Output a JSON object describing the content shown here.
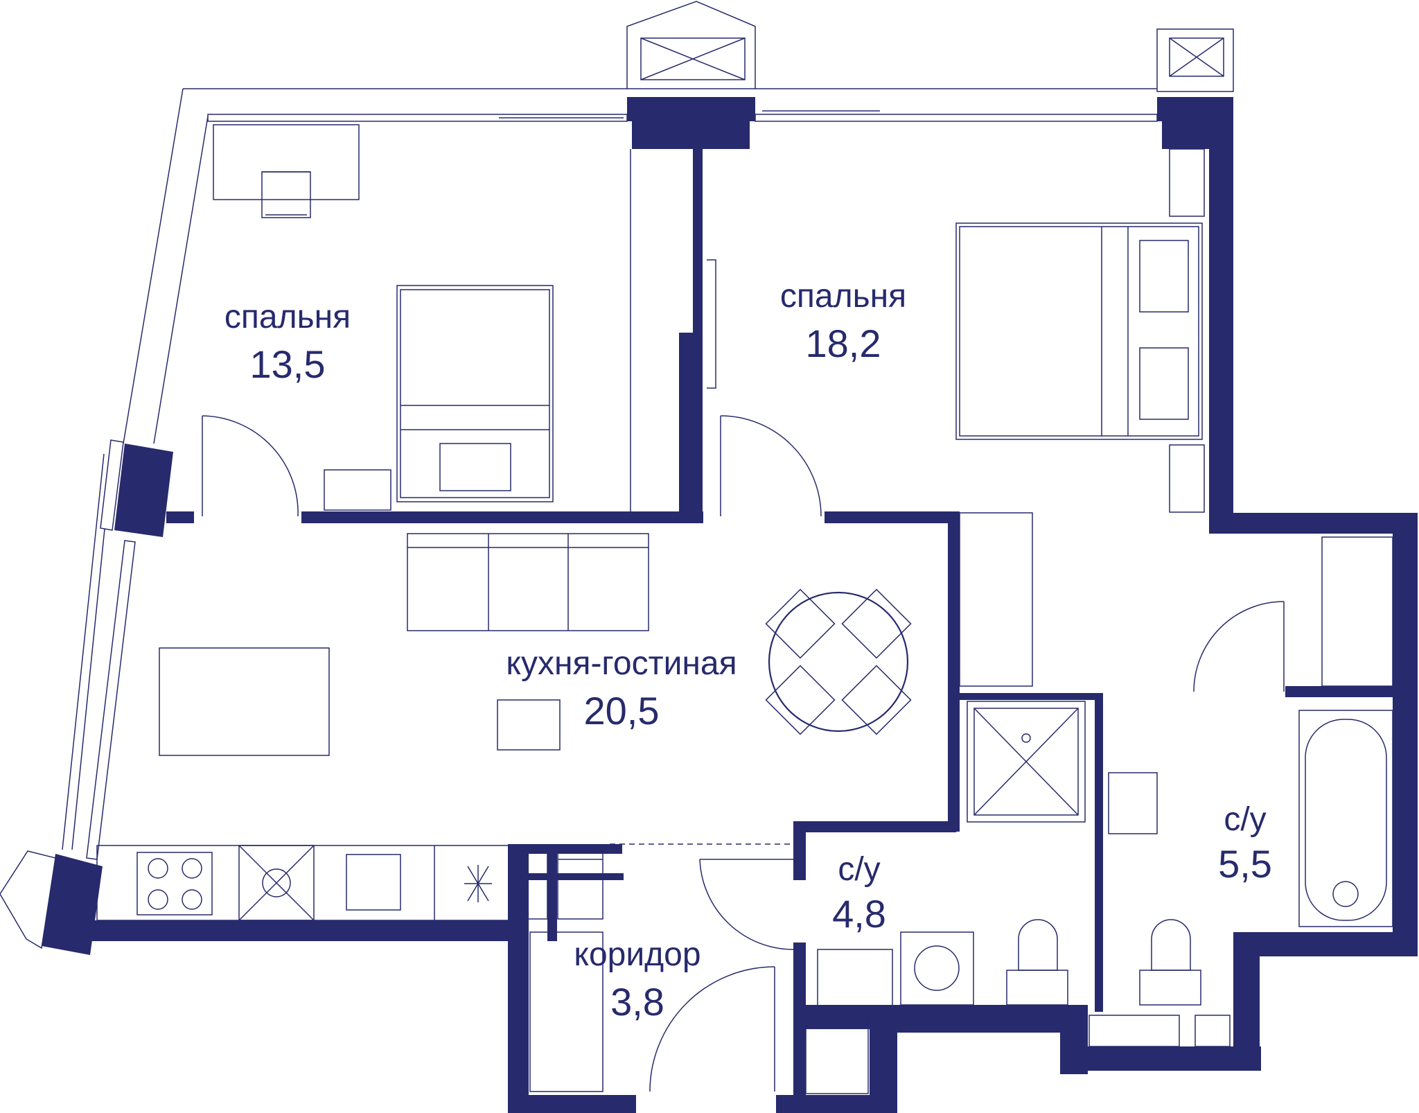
{
  "colors": {
    "wall": "#272a6c",
    "background": "#ffffff"
  },
  "rooms": {
    "bedroom1": {
      "label": "спальня",
      "area": "13,5"
    },
    "bedroom2": {
      "label": "спальня",
      "area": "18,2"
    },
    "living": {
      "label": "кухня-гостиная",
      "area": "20,5"
    },
    "bath1": {
      "label": "с/у",
      "area": "4,8"
    },
    "bath2": {
      "label": "с/у",
      "area": "5,5"
    },
    "hall": {
      "label": "коридор",
      "area": "3,8"
    }
  },
  "icons": {
    "furniture": [
      "desk-icon",
      "chair-icon",
      "single-bed-icon",
      "double-bed-icon",
      "sofa-icon",
      "table-icon",
      "dining-table-icon",
      "kitchen-counter-icon",
      "shower-icon",
      "bathtub-icon",
      "toilet-icon",
      "sink-icon",
      "washing-machine-icon",
      "wardrobe-icon"
    ]
  }
}
